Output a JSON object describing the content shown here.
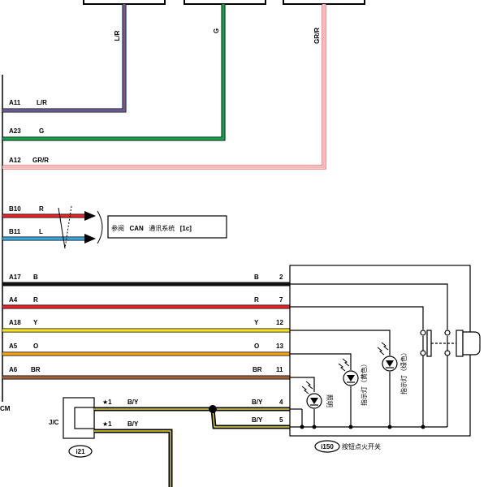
{
  "top_wires": [
    {
      "label": "L/R"
    },
    {
      "label": "G"
    },
    {
      "label": "GR/R"
    }
  ],
  "ecm": {
    "label_fragment": "CM",
    "pins": [
      {
        "pin": "A11",
        "color": "L/R"
      },
      {
        "pin": "A23",
        "color": "G"
      },
      {
        "pin": "A12",
        "color": "GR/R"
      },
      {
        "pin": "B10",
        "color": "R"
      },
      {
        "pin": "B11",
        "color": "L"
      },
      {
        "pin": "A17",
        "color": "B"
      },
      {
        "pin": "A4",
        "color": "R"
      },
      {
        "pin": "A18",
        "color": "Y"
      },
      {
        "pin": "A5",
        "color": "O"
      },
      {
        "pin": "A6",
        "color": "BR"
      }
    ]
  },
  "can_reference": {
    "prefix": "参阅",
    "can": "CAN",
    "middle": "通讯系统",
    "ref": "[1c]"
  },
  "switch_pins": [
    {
      "color": "B",
      "pin": "2"
    },
    {
      "color": "R",
      "pin": "7"
    },
    {
      "color": "Y",
      "pin": "12"
    },
    {
      "color": "O",
      "pin": "13"
    },
    {
      "color": "BR",
      "pin": "11"
    },
    {
      "color": "B/Y",
      "pin": "4"
    },
    {
      "color": "B/Y",
      "pin": "5"
    }
  ],
  "junction": {
    "label": "J/C",
    "connector": "i21",
    "wires": [
      {
        "mark": "★1",
        "color": "B/Y"
      },
      {
        "mark": "★1",
        "color": "B/Y"
      }
    ]
  },
  "switch": {
    "connector": "i150",
    "name": "按钮点火开关",
    "lamps": [
      {
        "label": "照明"
      },
      {
        "label": "指示灯（黄色）"
      },
      {
        "label": "指示灯（绿色）"
      }
    ]
  },
  "colors": {
    "blue": "#3a79c1",
    "red_stripe": "#e2282d",
    "green": "#11a24a",
    "pink": "#f28a8c",
    "gray": "#9a9a9a",
    "black": "#111111",
    "red": "#e3262a",
    "yellow": "#f3e21d",
    "orange": "#f2a11a",
    "brown": "#a0603a"
  }
}
